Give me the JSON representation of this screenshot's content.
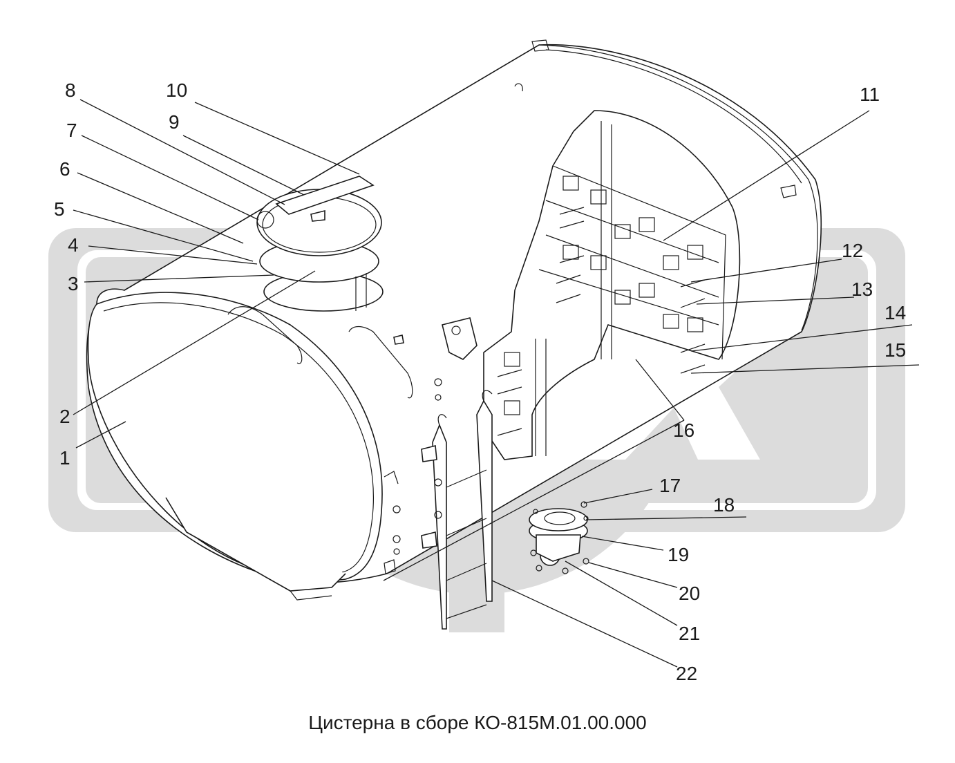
{
  "title": "Цистерна в сборе КО-815М.01.00.000",
  "watermark": "ОРЕХ",
  "colors": {
    "line": "#1a1a1a",
    "watermark": "#d9d9d9",
    "background": "#ffffff"
  },
  "callouts": [
    {
      "id": "1",
      "label": "1"
    },
    {
      "id": "2",
      "label": "2"
    },
    {
      "id": "3",
      "label": "3"
    },
    {
      "id": "4",
      "label": "4"
    },
    {
      "id": "5",
      "label": "5"
    },
    {
      "id": "6",
      "label": "6"
    },
    {
      "id": "7",
      "label": "7"
    },
    {
      "id": "8",
      "label": "8"
    },
    {
      "id": "9",
      "label": "9"
    },
    {
      "id": "10",
      "label": "10"
    },
    {
      "id": "11",
      "label": "11"
    },
    {
      "id": "12",
      "label": "12"
    },
    {
      "id": "13",
      "label": "13"
    },
    {
      "id": "14",
      "label": "14"
    },
    {
      "id": "15",
      "label": "15"
    },
    {
      "id": "16",
      "label": "16"
    },
    {
      "id": "17",
      "label": "17"
    },
    {
      "id": "18",
      "label": "18"
    },
    {
      "id": "19",
      "label": "19"
    },
    {
      "id": "20",
      "label": "20"
    },
    {
      "id": "21",
      "label": "21"
    },
    {
      "id": "22",
      "label": "22"
    }
  ]
}
